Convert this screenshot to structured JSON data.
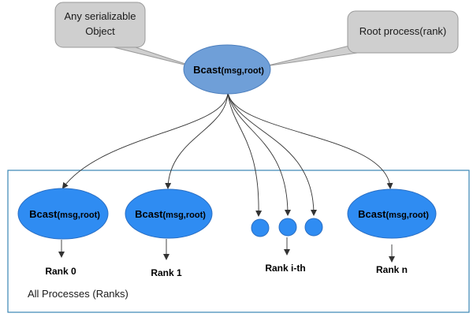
{
  "callouts": {
    "left": {
      "line1": "Any serializable",
      "line2": "Object"
    },
    "right": {
      "text": "Root process(rank)"
    }
  },
  "root_node": {
    "title": "Bcast",
    "args": "(msg,root)"
  },
  "group_label": "All Processes (Ranks)",
  "processes": [
    {
      "title": "Bcast",
      "args": "(msg,root)",
      "rank_label": "Rank 0"
    },
    {
      "title": "Bcast",
      "args": "(msg,root)",
      "rank_label": "Rank 1"
    },
    {
      "rank_label": "Rank i-th"
    },
    {
      "title": "Bcast",
      "args": "(msg,root)",
      "rank_label": "Rank n"
    }
  ],
  "colors": {
    "root_fill": "#6f9fd8",
    "node_fill": "#2f8cf2",
    "callout_fill": "#cfcfcf",
    "group_border": "#3a86b4",
    "arrow": "#333333"
  }
}
